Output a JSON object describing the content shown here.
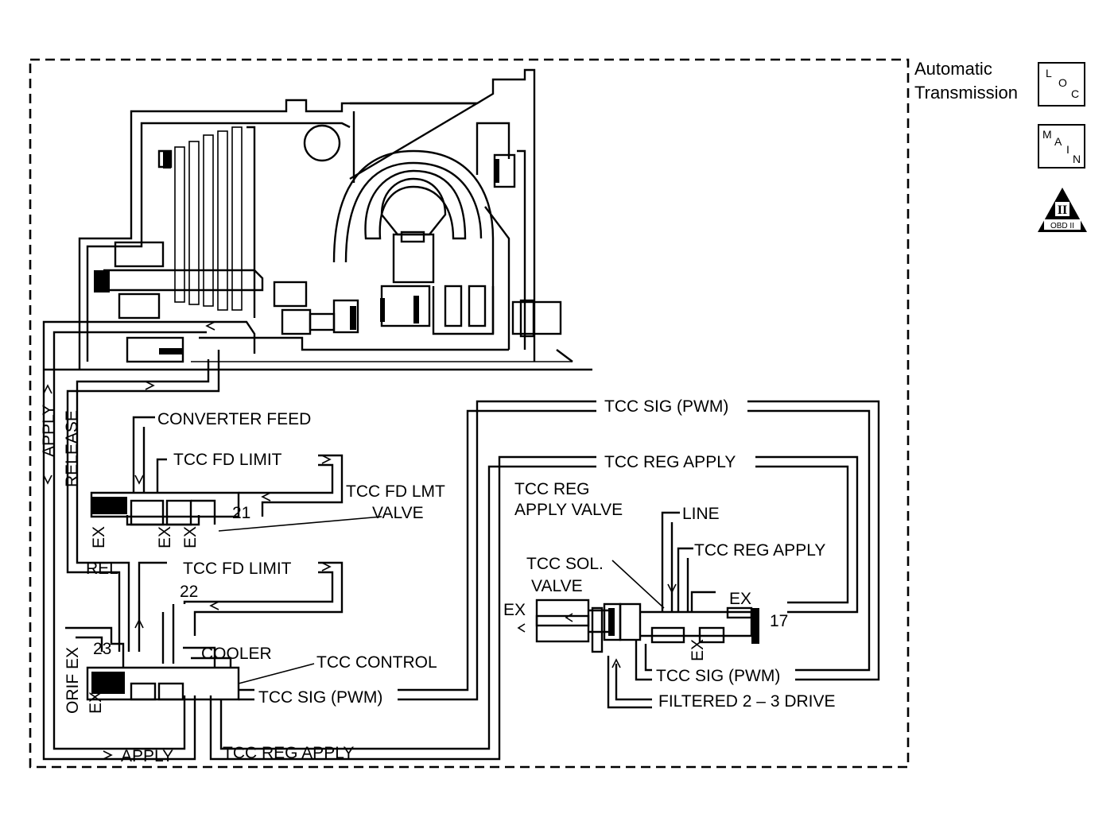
{
  "header": {
    "title_line1": "Automatic",
    "title_line2": "Transmission"
  },
  "badges": {
    "loc": [
      "L",
      "O",
      "C"
    ],
    "main": [
      "M",
      "A",
      "I",
      "N"
    ],
    "obd_numeral": "II",
    "obd_text": "OBD II"
  },
  "labels": {
    "converter_feed": "CONVERTER FEED",
    "tcc_fd_limit_top": "TCC FD LIMIT",
    "tcc_fd_lmt_valve_1": "TCC FD LMT",
    "tcc_fd_lmt_valve_2": "VALVE",
    "tcc_fd_limit_mid": "TCC FD LIMIT",
    "rel": "REL",
    "apply_vertical": "APPLY",
    "release_vertical": "RELEASE",
    "num_21": "21",
    "num_22": "22",
    "num_23": "23",
    "num_17": "17",
    "cooler": "COOLER",
    "tcc_control": "TCC CONTROL",
    "tcc_sig_pwm_left": "TCC SIG (PWM)",
    "tcc_reg_apply_bottom": "TCC REG APPLY",
    "apply_bottom": "APPLY",
    "orif_ex": "ORIF EX",
    "ex": "EX",
    "tcc_sig_pwm_top": "TCC SIG (PWM)",
    "tcc_reg_apply_top": "TCC REG APPLY",
    "tcc_reg_valve_1": "TCC REG",
    "tcc_reg_valve_2": "APPLY VALVE",
    "line": "LINE",
    "tcc_reg_apply_right": "TCC REG APPLY",
    "tcc_sol_1": "TCC SOL.",
    "tcc_sol_2": "VALVE",
    "tcc_sig_pwm_right": "TCC SIG (PWM)",
    "filtered_drive": "FILTERED 2 – 3 DRIVE"
  }
}
